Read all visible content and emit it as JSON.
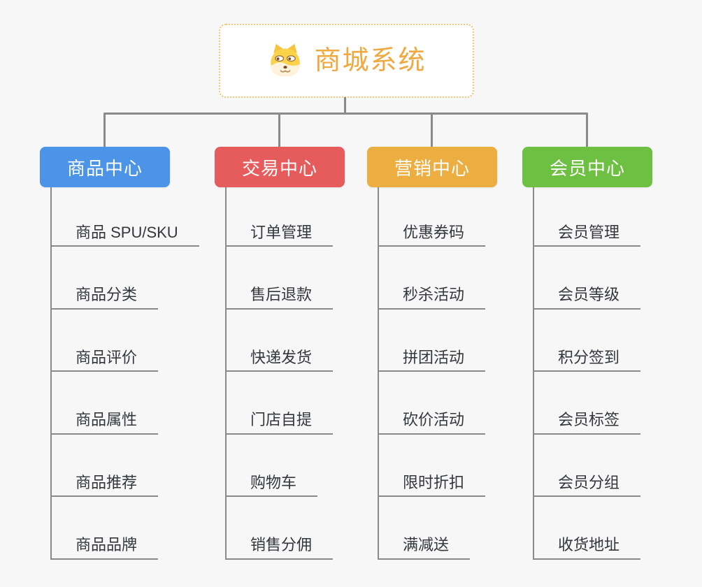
{
  "root": {
    "title": "商城系统",
    "icon": "doge-icon"
  },
  "colors": {
    "connector": "#8a8a8a",
    "root_accent": "#f0a840",
    "root_border": "#f2c477",
    "background": "#f7f7f7",
    "item_text": "#33373c"
  },
  "branches": [
    {
      "label": "商品中心",
      "color": "#4b94e8",
      "items": [
        "商品 SPU/SKU",
        "商品分类",
        "商品评价",
        "商品属性",
        "商品推荐",
        "商品品牌"
      ]
    },
    {
      "label": "交易中心",
      "color": "#e65c5c",
      "items": [
        "订单管理",
        "售后退款",
        "快递发货",
        "门店自提",
        "购物车",
        "销售分佣"
      ]
    },
    {
      "label": "营销中心",
      "color": "#ecad41",
      "items": [
        "优惠券码",
        "秒杀活动",
        "拼团活动",
        "砍价活动",
        "限时折扣",
        "满减送"
      ]
    },
    {
      "label": "会员中心",
      "color": "#6ec042",
      "items": [
        "会员管理",
        "会员等级",
        "积分签到",
        "会员标签",
        "会员分组",
        "收货地址"
      ]
    }
  ]
}
